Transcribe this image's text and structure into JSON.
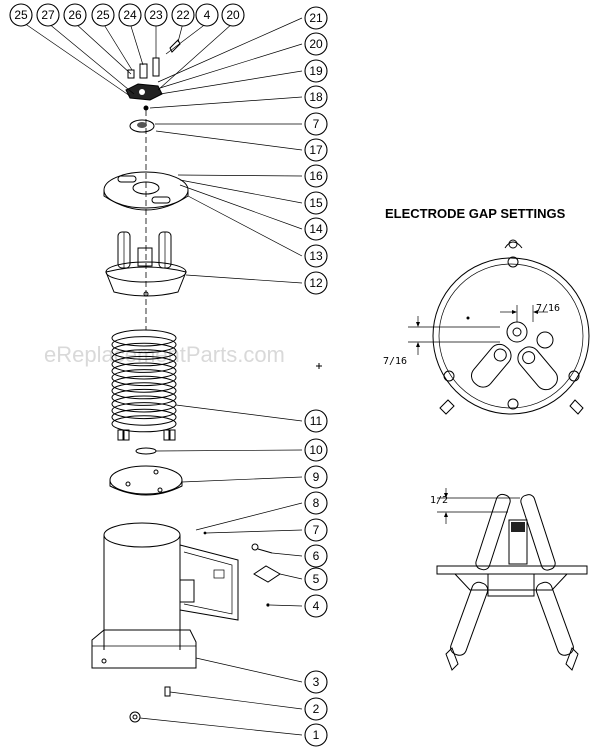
{
  "watermark": "eReplacementParts.com",
  "electrode_title": "ELECTRODE GAP SETTINGS",
  "dimensions": {
    "top_right": "7/16",
    "top_left": "7/16",
    "side": "1/2"
  },
  "top_callouts": [
    "25",
    "27",
    "26",
    "25",
    "24",
    "23",
    "22",
    "4",
    "20"
  ],
  "right_callouts": [
    "21",
    "20",
    "19",
    "18",
    "7",
    "17",
    "16",
    "15",
    "14",
    "13",
    "12",
    "11",
    "10",
    "9",
    "8",
    "7",
    "6",
    "5",
    "4",
    "3",
    "2",
    "1"
  ]
}
